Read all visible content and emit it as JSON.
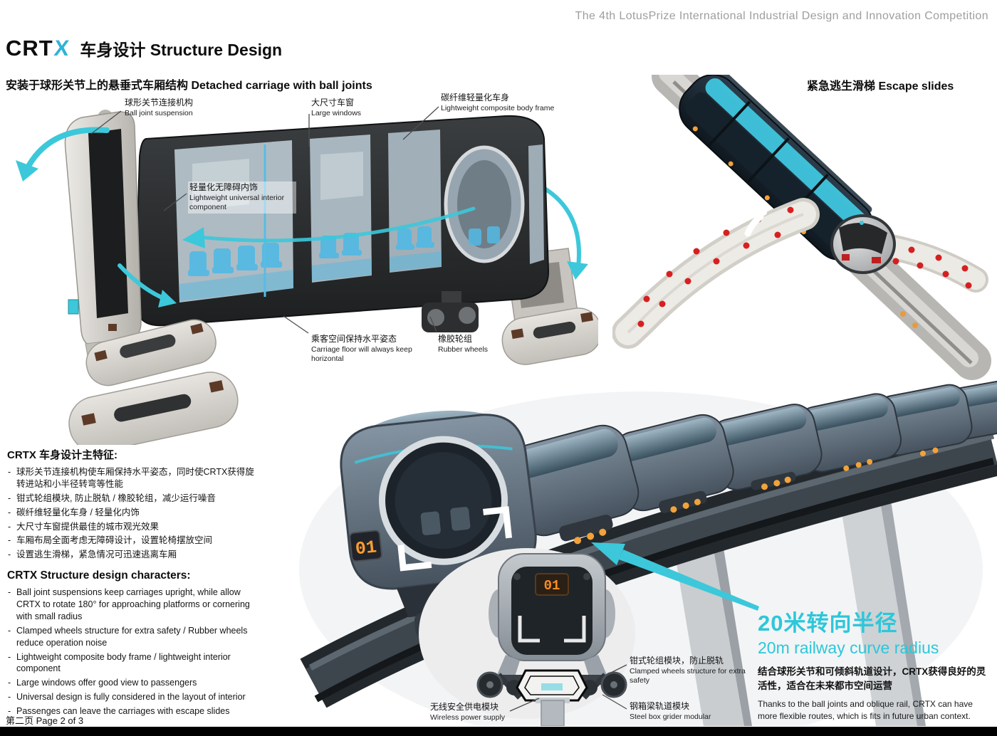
{
  "accent": "#2cc7da",
  "header": {
    "competition": "The 4th LotusPrize International Industrial Design and Innovation Competition",
    "logo": {
      "crt": "CRT",
      "x": "X"
    },
    "title": "车身设计 Structure Design"
  },
  "section_titles": {
    "carriage": "安装于球形关节上的悬垂式车厢结构 Detached carriage with ball joints",
    "escape": "紧急逃生滑梯 Escape slides"
  },
  "callouts": {
    "ball_joint": {
      "zh": "球形关节连接机构",
      "en": "Ball joint suspension"
    },
    "large_windows": {
      "zh": "大尺寸车窗",
      "en": "Large windows"
    },
    "body_frame": {
      "zh": "碳纤维轻量化车身",
      "en": "Lightweight composite body frame"
    },
    "interior": {
      "zh": "轻量化无障碍内饰",
      "en": "Lightweight universal interior component"
    },
    "floor": {
      "zh": "乘客空间保持水平姿态",
      "en": "Carriage floor will always keep horizontal"
    },
    "rubber_wheels": {
      "zh": "橡胶轮组",
      "en": "Rubber wheels"
    },
    "clamped_wheels": {
      "zh": "钳式轮组模块，防止脱轨",
      "en": "Clamped wheels structure for extra safety"
    },
    "wireless_power": {
      "zh": "无线安全供电模块",
      "en": "Wireless power supply"
    },
    "steel_box": {
      "zh": "钢箱梁轨道模块",
      "en": "Steel box grider modular"
    }
  },
  "features_zh": {
    "title": "CRTX 车身设计主特征:",
    "items": [
      "球形关节连接机构使车厢保持水平姿态，同时使CRTX获得旋转进站和小半径转弯等性能",
      "钳式轮组模块, 防止脱轨 / 橡胶轮组，减少运行噪音",
      "碳纤维轻量化车身 / 轻量化内饰",
      "大尺寸车窗提供最佳的城市观光效果",
      "车厢布局全面考虑无障碍设计，设置轮椅摆放空间",
      "设置逃生滑梯，紧急情况可迅速逃离车厢"
    ]
  },
  "features_en": {
    "title": "CRTX Structure design characters:",
    "items": [
      "Ball joint suspensions keep carriages upright, while allow CRTX to rotate 180° for approaching platforms or cornering with small radius",
      "Clamped wheels structure for extra safety / Rubber wheels reduce operation noise",
      "Lightweight composite body frame / lightweight interior component",
      "Large windows offer good view to passengers",
      "Universal design is fully considered in the layout of interior",
      "Passenges can leave the carriages with escape slides"
    ]
  },
  "curve_radius": {
    "zh": "20米转向半径",
    "en": "20m railway curve radius",
    "desc_zh": "结合球形关节和可倾斜轨道设计，CRTX获得良好的灵活性，适合在未来都市空间运营",
    "desc_en": "Thanks to the ball joints and oblique rail, CRTX can have more flexible routes, which is fits in future urban context."
  },
  "labels": {
    "train_number": "01"
  },
  "footer": {
    "page": "第二页 Page 2 of 3"
  }
}
